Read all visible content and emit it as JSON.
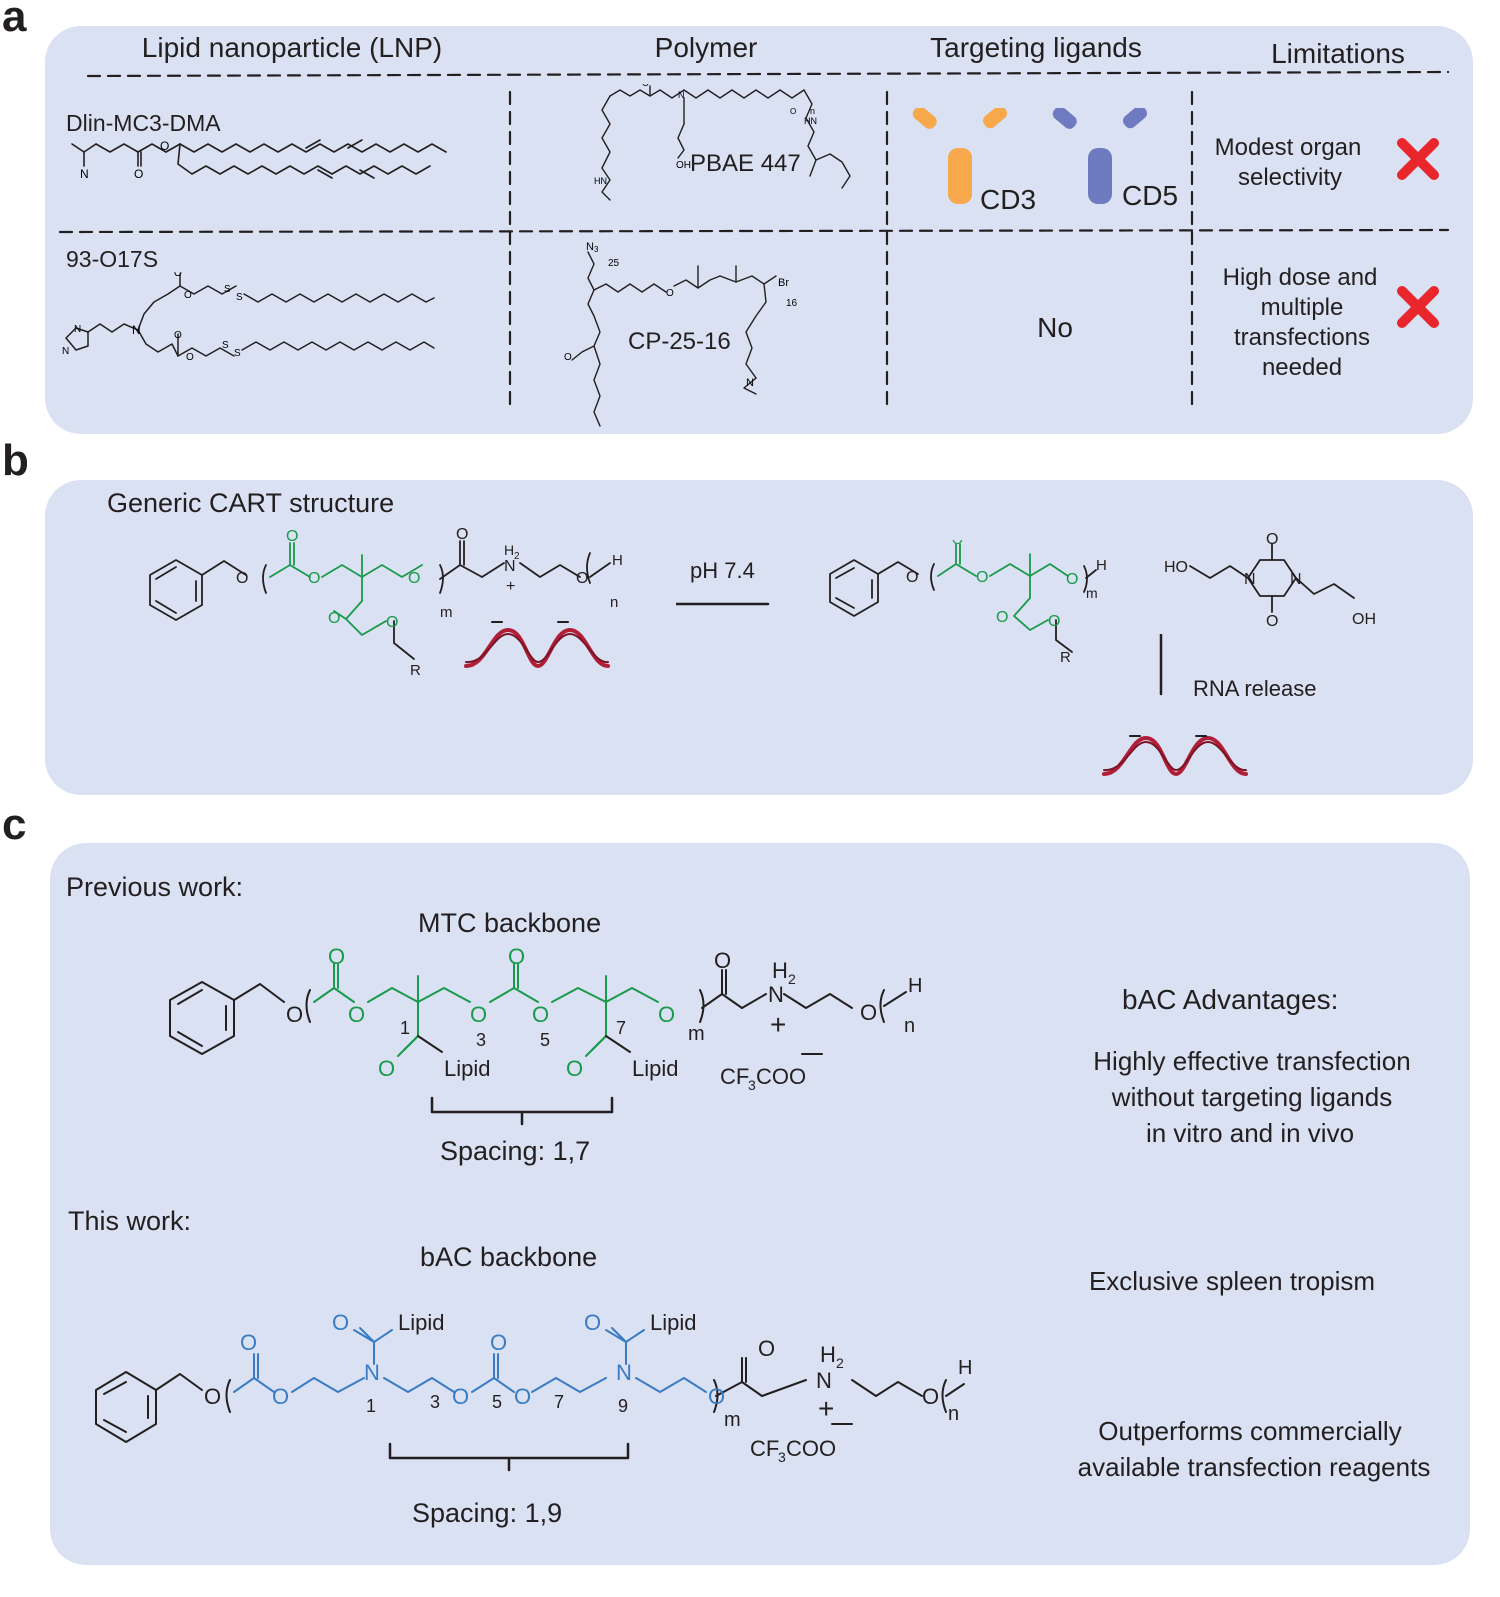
{
  "colors": {
    "panel_bg": "#d9e1f2",
    "ink": "#231f20",
    "green": "#1a9a4b",
    "blue": "#3a7cc4",
    "rna_red": "#b11e38",
    "cross_red": "#e8262b",
    "check_blue": "#1f3b95",
    "cd3_orange": "#f7a84a",
    "cd5_purple": "#6f7bc1"
  },
  "panel_a": {
    "letter": "a",
    "headers": [
      "Lipid nanoparticle (LNP)",
      "Polymer",
      "Targeting ligands",
      "Limitations"
    ],
    "row1": {
      "lnp_name": "Dlin-MC3-DMA",
      "polymer_name": "PBAE 447",
      "ligand1": "CD3",
      "ligand2": "CD5",
      "limitation": [
        "Modest organ",
        "selectivity"
      ],
      "limitation_icon": "red-cross-icon"
    },
    "row2": {
      "lnp_name": "93-O17S",
      "polymer_name": "CP-25-16",
      "ligand": "No",
      "limitation": [
        "High dose and",
        "multiple",
        "transfections",
        "needed"
      ],
      "limitation_icon": "red-cross-icon"
    }
  },
  "panel_b": {
    "letter": "b",
    "title": "Generic CART structure",
    "condition": "pH 7.4",
    "release": "RNA release"
  },
  "panel_c": {
    "letter": "c",
    "previous_label": "Previous work:",
    "previous_backbone": "MTC backbone",
    "previous_spacing": "Spacing: 1,7",
    "this_label": "This work:",
    "this_backbone": "bAC backbone",
    "this_spacing": "Spacing: 1,9",
    "advantages_title": "bAC Advantages:",
    "advantages": [
      [
        "Highly effective transfection",
        "without targeting ligands",
        "in vitro and in vivo"
      ],
      [
        "Exclusive spleen tropism"
      ],
      [
        "Outperforms commercially",
        "available transfection reagents"
      ]
    ],
    "check_icon": "check-mark-icon"
  }
}
